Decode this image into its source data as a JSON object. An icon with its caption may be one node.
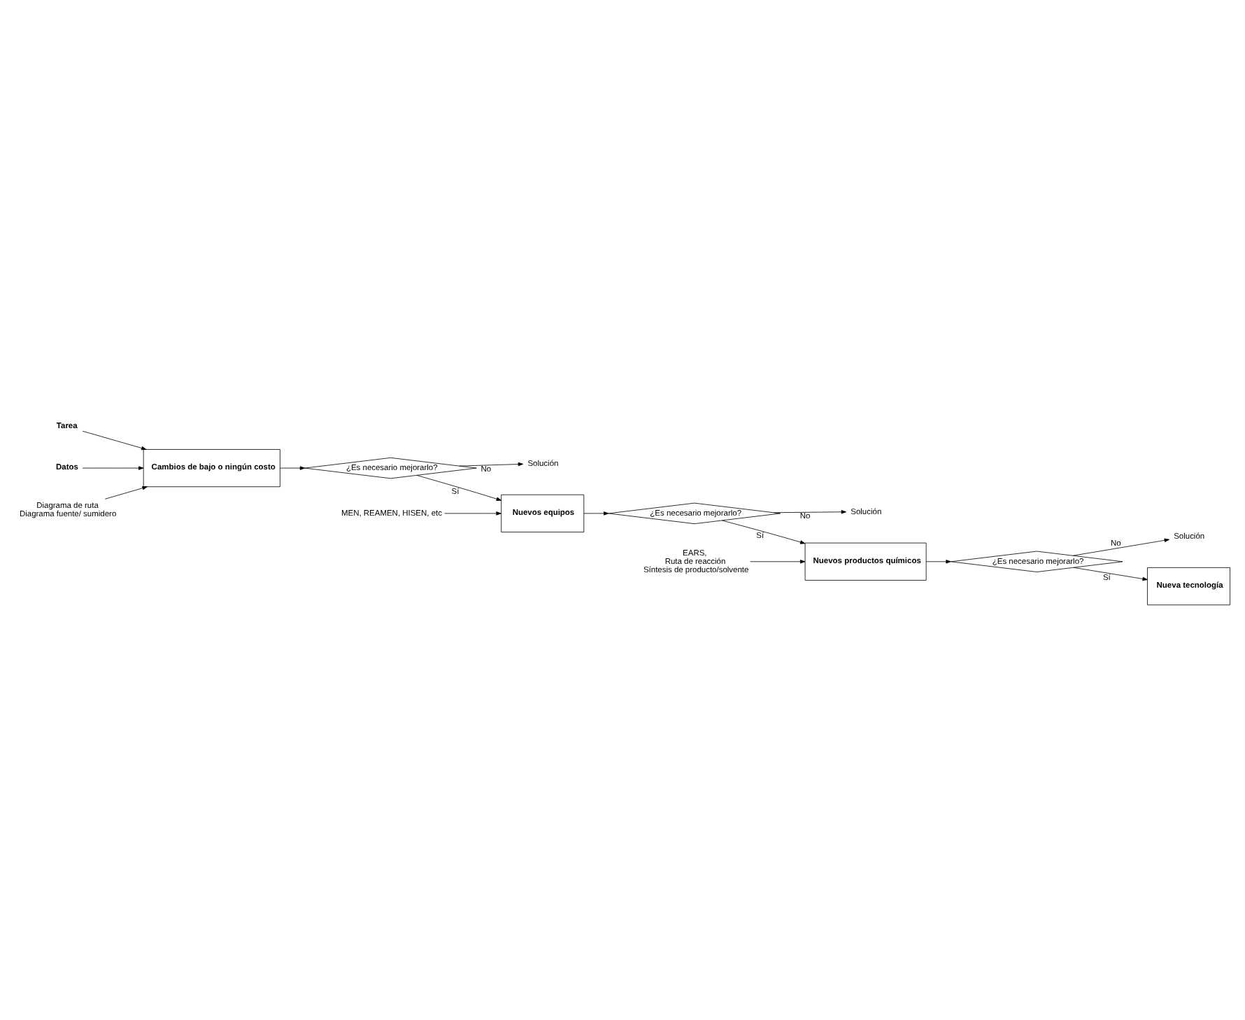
{
  "diagram": {
    "nodes": [
      {
        "text": [
          "Tarea"
        ]
      },
      {
        "text": [
          "Datos"
        ]
      },
      {
        "text": [
          "Diagrama de ruta",
          "Diagrama fuente/ sumidero"
        ]
      },
      {
        "text": [
          "Cambios de bajo o ningún costo"
        ]
      },
      {
        "text": [
          "¿Es necesario mejorarlo?"
        ]
      },
      {
        "text": [
          "Solución"
        ]
      },
      {
        "text": [
          "MEN, REAMEN, HISEN, etc"
        ]
      },
      {
        "text": [
          "Nuevos equipos"
        ]
      },
      {
        "text": [
          "¿Es necesario mejorarlo?"
        ]
      },
      {
        "text": [
          "Solución"
        ]
      },
      {
        "text": [
          "EARS,",
          "Ruta de reacción",
          "Síntesis de producto/solvente"
        ]
      },
      {
        "text": [
          "Nuevos productos químicos"
        ]
      },
      {
        "text": [
          "¿Es necesario mejorarlo?"
        ]
      },
      {
        "text": [
          "Solución"
        ]
      },
      {
        "text": [
          "Nueva tecnología"
        ]
      }
    ],
    "edges": [
      {
        "from": 0,
        "to": 3,
        "arrow": "to"
      },
      {
        "from": 1,
        "to": 3,
        "arrow": "to"
      },
      {
        "from": 2,
        "to": 3,
        "arrow": "to"
      },
      {
        "from": 3,
        "to": 4,
        "arrow": "to"
      },
      {
        "from": 4,
        "to": 5,
        "arrow": "to",
        "label": "No"
      },
      {
        "from": 4,
        "to": 7,
        "arrow": "to",
        "label": "Sí"
      },
      {
        "from": 6,
        "to": 7,
        "arrow": "to"
      },
      {
        "from": 7,
        "to": 8,
        "arrow": "to"
      },
      {
        "from": 8,
        "to": 9,
        "arrow": "to",
        "label": "No"
      },
      {
        "from": 8,
        "to": 11,
        "arrow": "to",
        "label": "Sí"
      },
      {
        "from": 10,
        "to": 11,
        "arrow": "to"
      },
      {
        "from": 11,
        "to": 12,
        "arrow": "to"
      },
      {
        "from": 12,
        "to": 13,
        "arrow": "to",
        "label": "No"
      },
      {
        "from": 12,
        "to": 14,
        "arrow": "to",
        "label": "Sí"
      }
    ]
  }
}
